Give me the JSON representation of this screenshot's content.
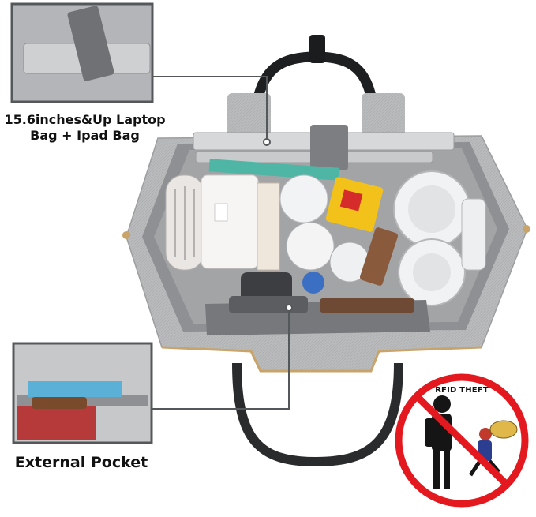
{
  "captions": {
    "laptop_line1": "15.6inches&Up Laptop",
    "laptop_line2": "Bag + Ipad Bag",
    "external_pocket": "External Pocket",
    "rfid": "RFID THEFT"
  },
  "colors": {
    "bag_gray": "#b9babb",
    "lining_gray": "#8f9093",
    "callout_line": "#55585b",
    "rfid_red": "#e3191f",
    "zipper_gold": "#c9a46a",
    "teal_folder": "#4fb6a6",
    "yellow_box": "#f2c21b"
  }
}
